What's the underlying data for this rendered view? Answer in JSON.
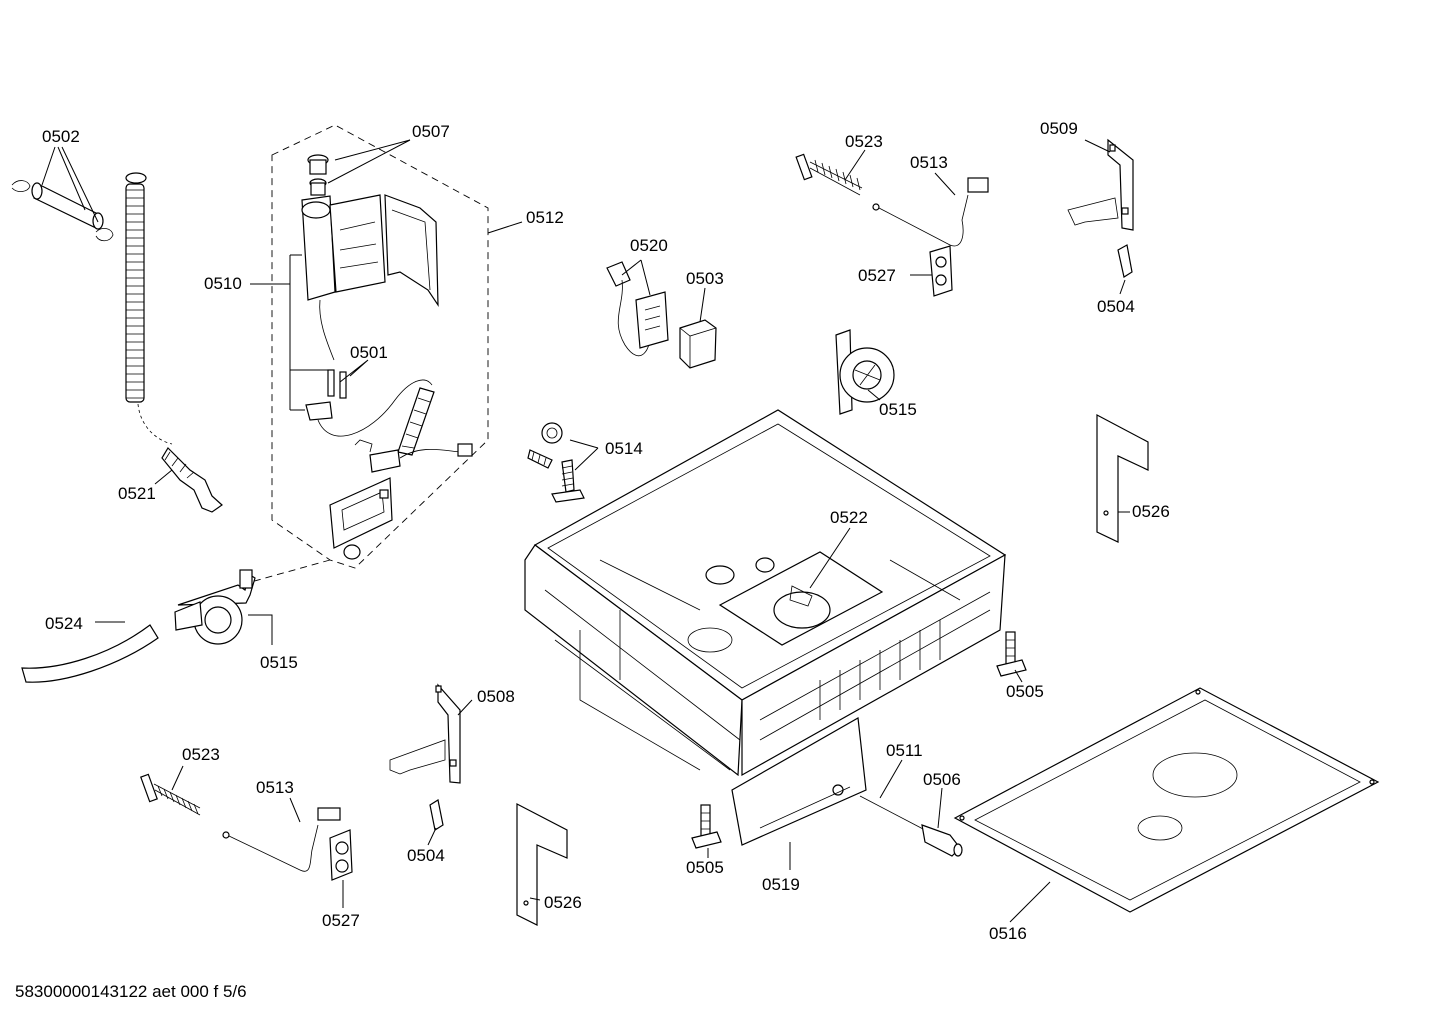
{
  "labels": {
    "l0502": "0502",
    "l0507": "0507",
    "l0512": "0512",
    "l0510": "0510",
    "l0501": "0501",
    "l0521": "0521",
    "l0524": "0524",
    "l0515a": "0515",
    "l0523a": "0523",
    "l0513a": "0513",
    "l0527a": "0527",
    "l0508": "0508",
    "l0504a": "0504",
    "l0526a": "0526",
    "l0520": "0520",
    "l0503": "0503",
    "l0514": "0514",
    "l0523b": "0523",
    "l0513b": "0513",
    "l0527b": "0527",
    "l0509": "0509",
    "l0504b": "0504",
    "l0515b": "0515",
    "l0522": "0522",
    "l0526b": "0526",
    "l0505a": "0505",
    "l0505b": "0505",
    "l0519": "0519",
    "l0511": "0511",
    "l0506": "0506",
    "l0516": "0516"
  },
  "footer": "58300000143122 aet 000 f 5/6"
}
